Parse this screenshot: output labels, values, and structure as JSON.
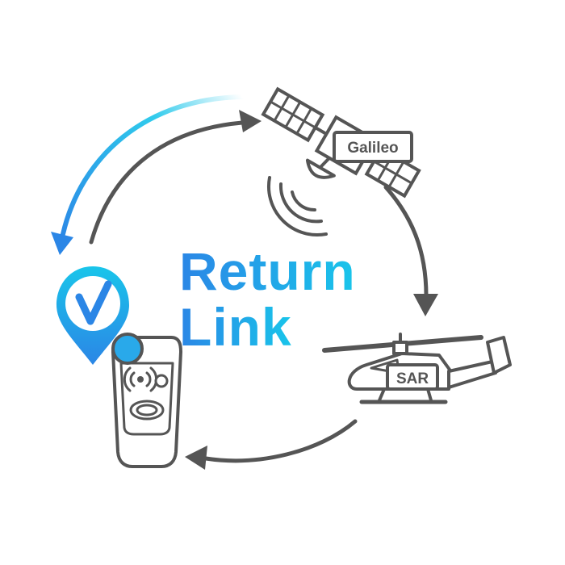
{
  "title": {
    "line1": "Return",
    "line2": "Link"
  },
  "labels": {
    "satellite": "Galileo",
    "helicopter": "SAR"
  },
  "colors": {
    "gray": "#555555",
    "blue_light": "#19c5ea",
    "blue_dark": "#2b86e6",
    "beacon_fill": "#ffffff",
    "beacon_button": "#29a9ea"
  },
  "icons": {
    "satellite": "satellite-icon",
    "helicopter": "helicopter-icon",
    "beacon": "beacon-device-icon",
    "confirmation": "checkmark-pin-icon",
    "signal": "signal-waves-icon"
  }
}
